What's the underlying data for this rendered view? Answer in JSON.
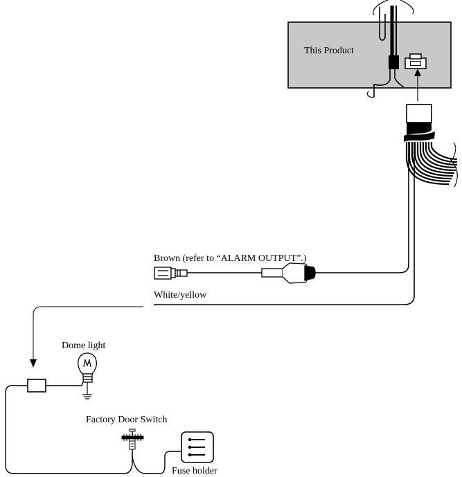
{
  "labels": {
    "product": "This Product",
    "brown_wire": "Brown (refer to “ALARM OUTPUT”.)",
    "white_yellow_wire": "White/yellow",
    "dome_light": "Dome light",
    "door_switch": "Factory Door Switch",
    "fuse_holder": "Fuse holder"
  },
  "colors": {
    "line": "#000000",
    "product_fill": "#c8c8c8",
    "background": "#ffffff"
  }
}
